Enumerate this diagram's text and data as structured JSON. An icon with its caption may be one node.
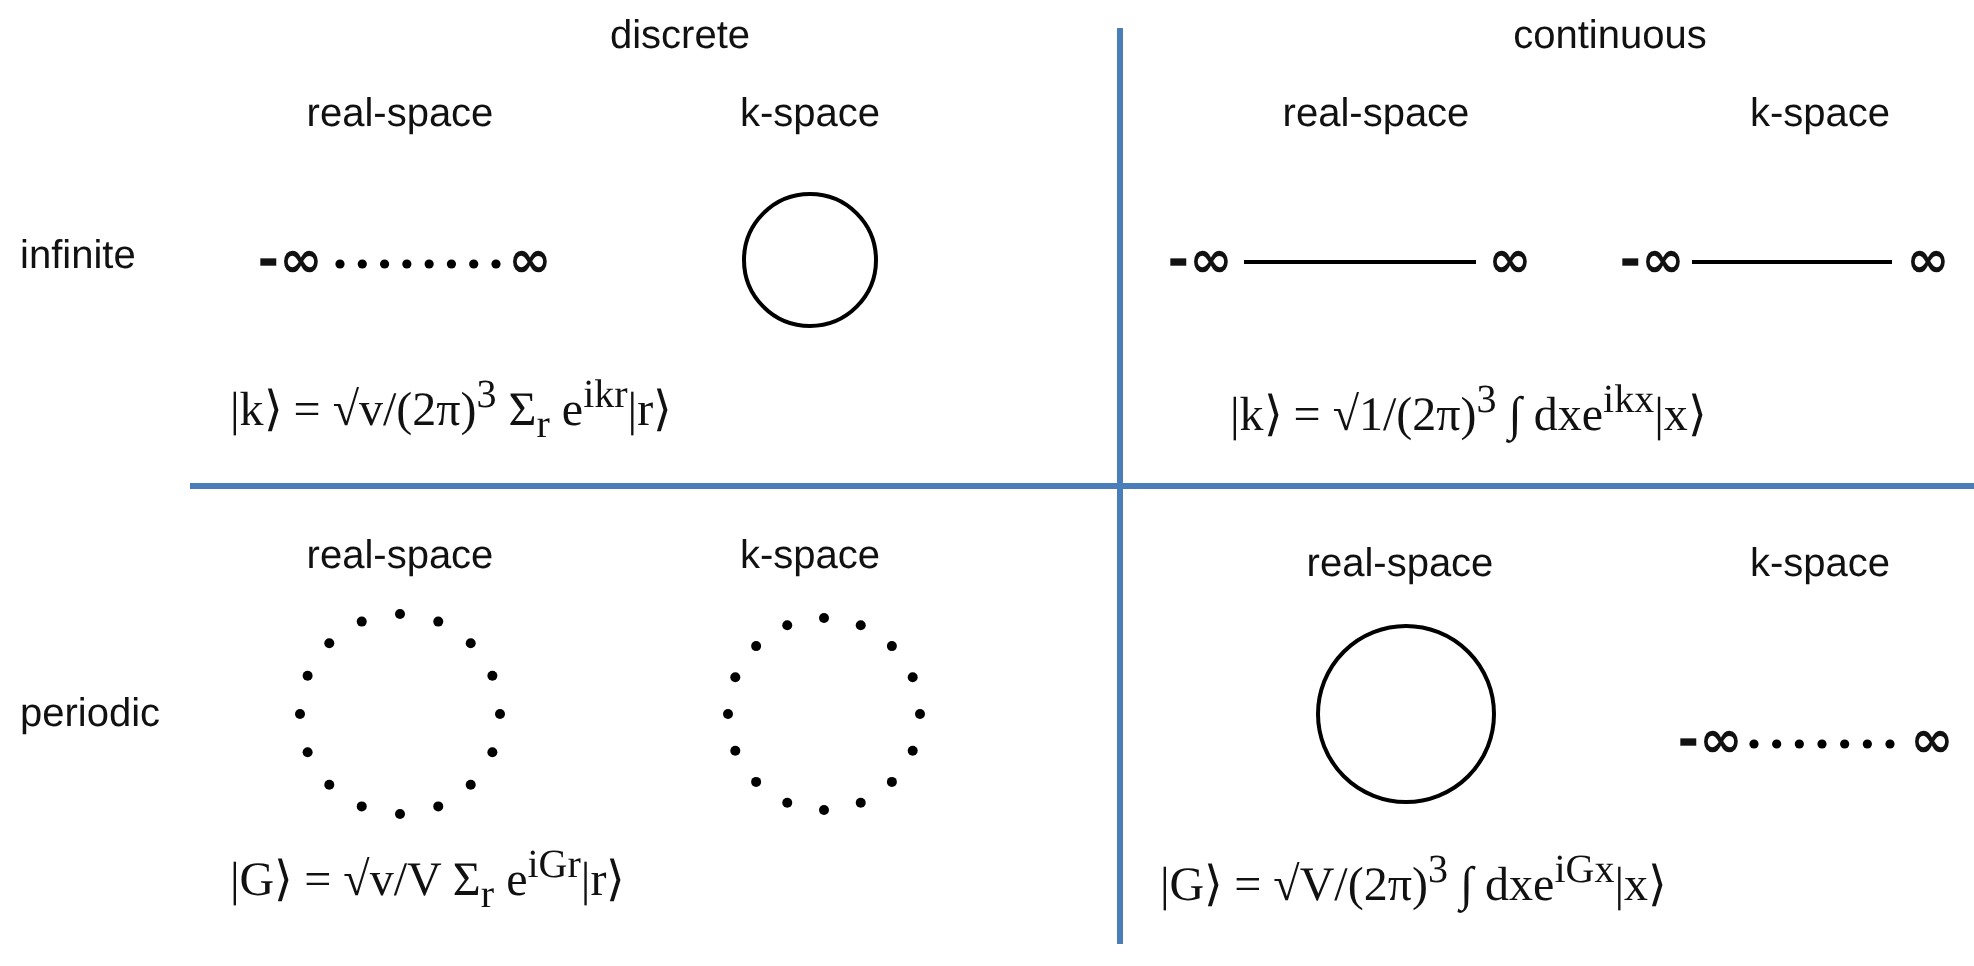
{
  "diagram": {
    "labels": [
      "discrete",
      "continuous",
      "real-space",
      "k-space",
      "real-space",
      "k-space",
      "infinite",
      "-∞",
      "∞",
      "-∞",
      "∞",
      "-∞",
      "∞",
      "|k⟩ = √v/(2π)$^{3}$ Σ$_{r}$ e$^{ikr}$|r⟩",
      "|k⟩ = √1/(2π)$^{3}$ ∫ dxe$^{ikx}$|x⟩",
      "real-space",
      "k-space",
      "real-space",
      "k-space",
      "periodic",
      "-∞",
      "∞",
      "|G⟩ = √v/V Σ$_{r}$ e$^{iGr}$|r⟩",
      "|G⟩ = √V/(2π)$^{3}$ ∫ dxe$^{iGx}$|x⟩"
    ]
  }
}
